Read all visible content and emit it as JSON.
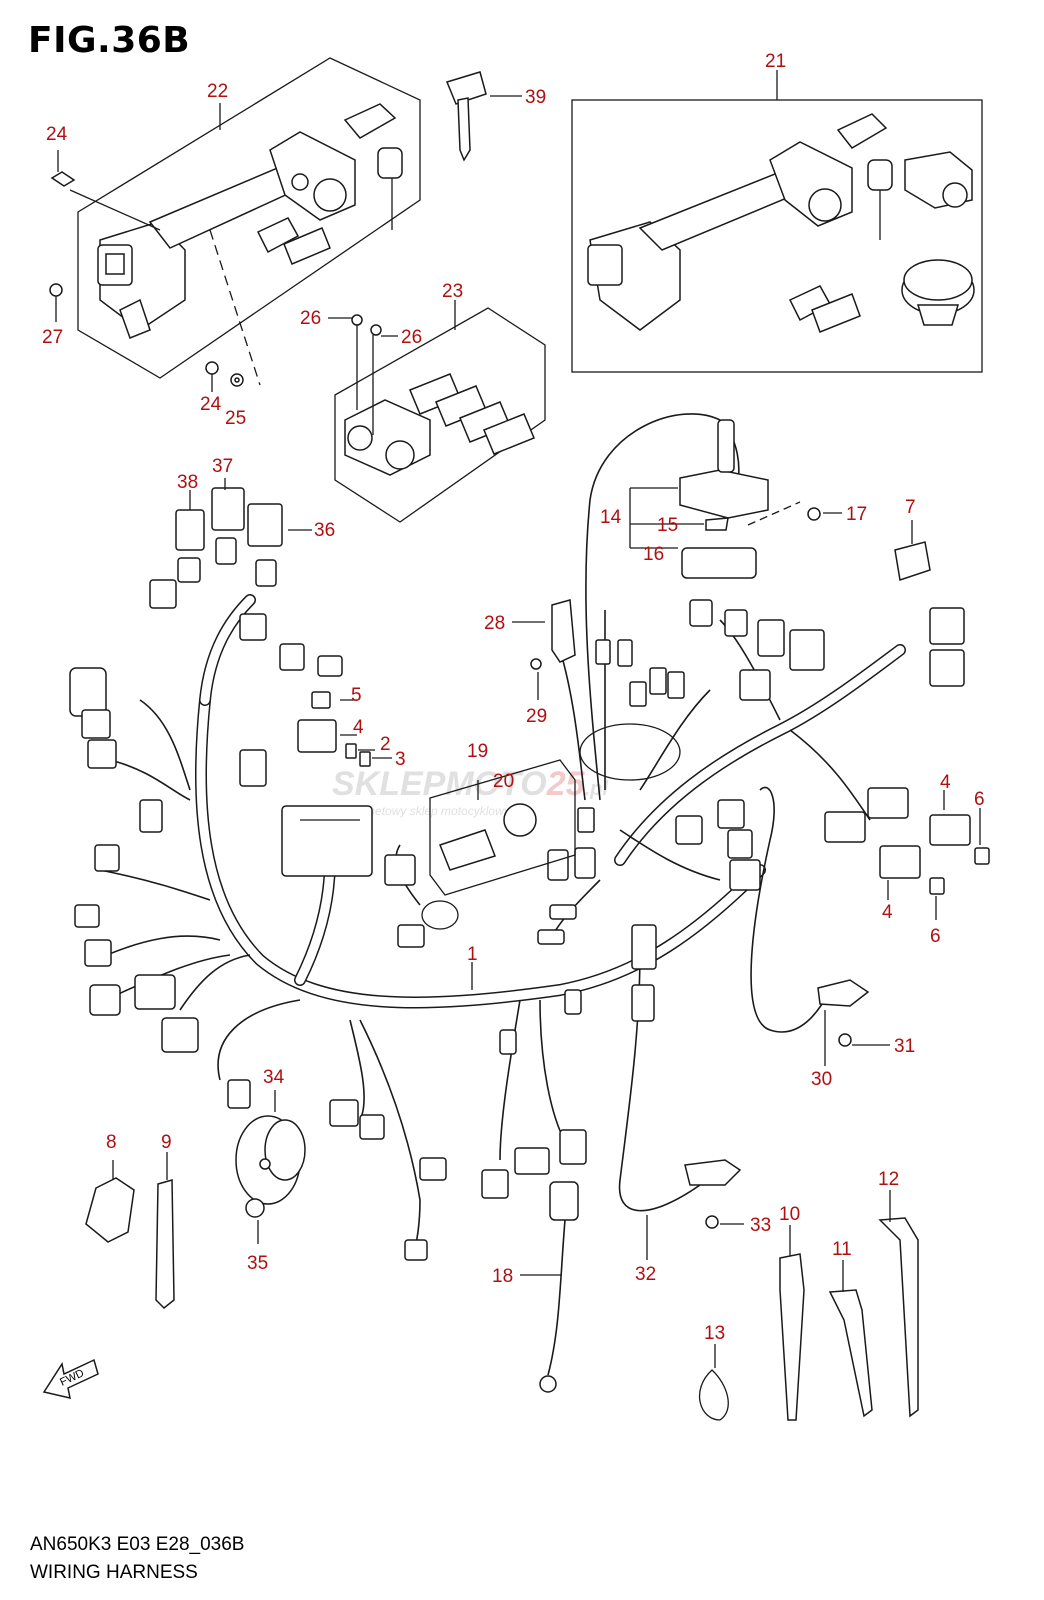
{
  "figure": {
    "title": "FIG.36B",
    "model_code": "AN650K3 E03 E28_036B",
    "section_title": "WIRING HARNESS",
    "fwd_marker": "FWD"
  },
  "watermark": {
    "brand_a": "SKLEPMO",
    "brand_b": "TO",
    "brand_c": "25",
    "brand_d": ".pl",
    "tagline": "internetowy sklep motocyklowy"
  },
  "colors": {
    "callout": "#b01010",
    "line": "#1a1a1a",
    "watermark_gray": "#c8c8c8",
    "watermark_red": "#e8a0a0"
  },
  "callouts": {
    "c1": "1",
    "c2": "2",
    "c3": "3",
    "c4a": "4",
    "c4b": "4",
    "c4c": "4",
    "c5": "5",
    "c6a": "6",
    "c6b": "6",
    "c7": "7",
    "c8": "8",
    "c9": "9",
    "c10": "10",
    "c11": "11",
    "c12": "12",
    "c13": "13",
    "c14": "14",
    "c15": "15",
    "c16": "16",
    "c17": "17",
    "c18": "18",
    "c19": "19",
    "c20": "20",
    "c21": "21",
    "c22": "22",
    "c23": "23",
    "c24a": "24",
    "c24b": "24",
    "c25": "25",
    "c26a": "26",
    "c26b": "26",
    "c27": "27",
    "c28": "28",
    "c29": "29",
    "c30": "30",
    "c31": "31",
    "c32": "32",
    "c33": "33",
    "c34": "34",
    "c35": "35",
    "c36": "36",
    "c37": "37",
    "c38": "38",
    "c39": "39"
  }
}
